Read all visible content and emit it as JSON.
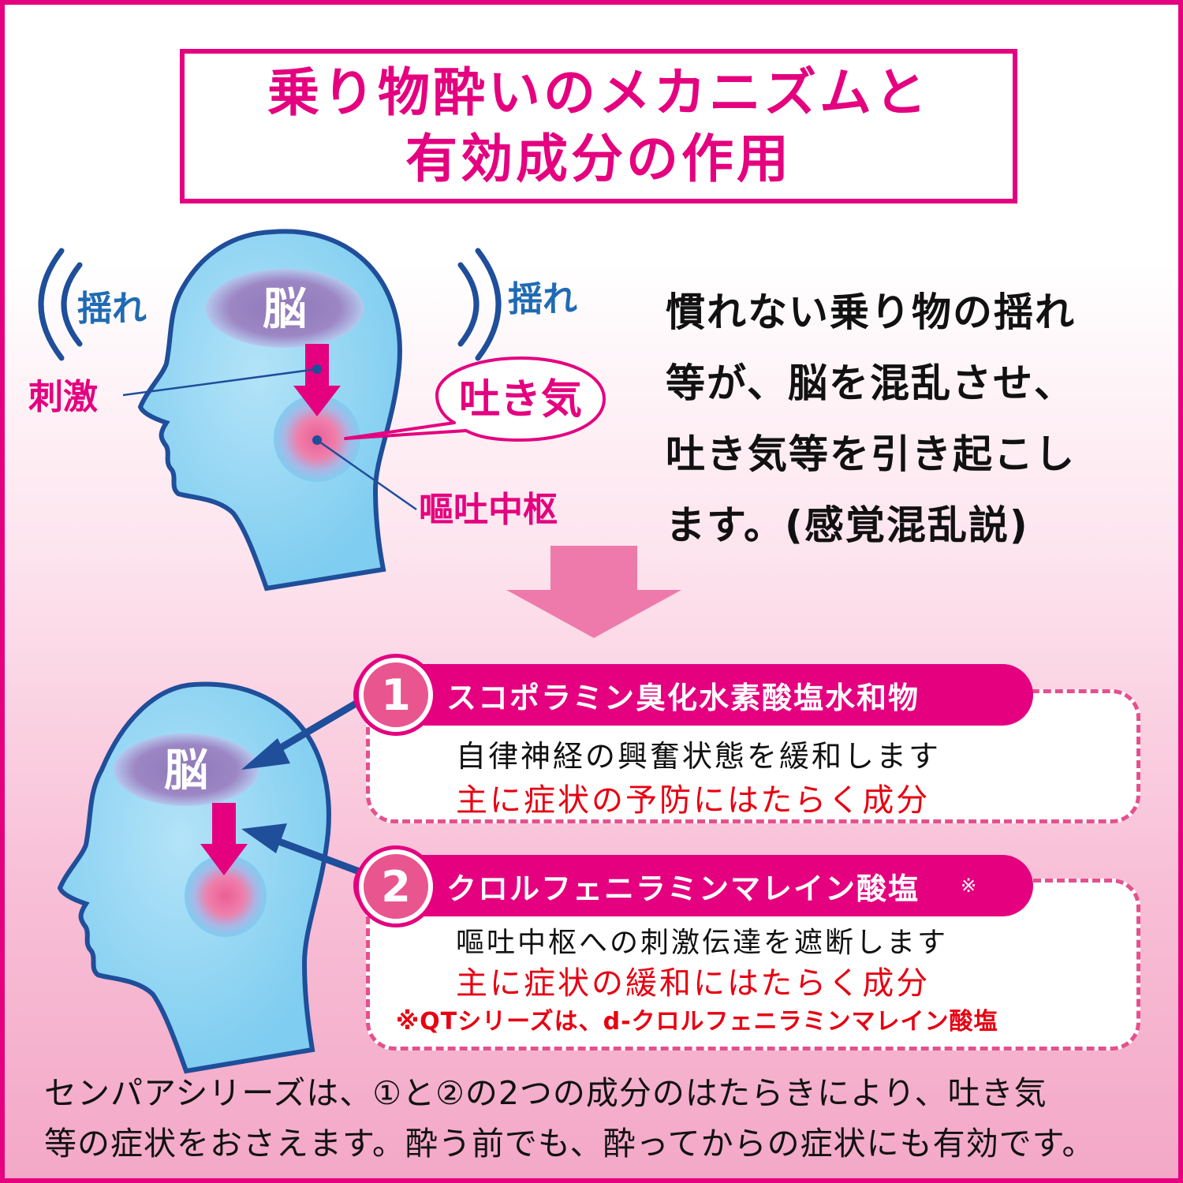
{
  "title": {
    "line1": "乗り物酔いのメカニズムと",
    "line2": "有効成分の作用"
  },
  "diagram_top": {
    "shake_left": "揺れ",
    "shake_right": "揺れ",
    "brain": "脳",
    "stimulus": "刺激",
    "nausea": "吐き気",
    "vomiting_center": "嘔吐中枢"
  },
  "explanation": [
    "慣れない乗り物の揺れ",
    "等が、脳を混乱させ、",
    "吐き気等を引き起こし",
    "ます。(感覚混乱説)"
  ],
  "diagram_bottom": {
    "brain": "脳"
  },
  "ingredients": [
    {
      "number": "1",
      "name": "スコポラミン臭化水素酸塩水和物",
      "description": "自律神経の興奮状態を緩和します",
      "effect": "主に症状の予防にはたらく成分"
    },
    {
      "number": "2",
      "name": "クロルフェニラミンマレイン酸塩",
      "mark": "※",
      "description": "嘔吐中枢への刺激伝達を遮断します",
      "effect": "主に症状の緩和にはたらく成分",
      "note": "※QTシリーズは、d-クロルフェニラミンマレイン酸塩"
    }
  ],
  "summary": [
    "センパアシリーズは、①と②の2つの成分のはたらきにより、吐き気",
    "等の症状をおさえます。酔う前でも、酔ってからの症状にも有効です。"
  ],
  "colors": {
    "magenta": "#e4007f",
    "pink": "#e9558f",
    "head_fill": "#7fcdf0",
    "head_stroke": "#1f4e9a",
    "brain_fill": "#8e78b8",
    "center_fill": "#ec5f94",
    "red_text": "#e60012",
    "arrow_pink": "#ee7aab"
  }
}
